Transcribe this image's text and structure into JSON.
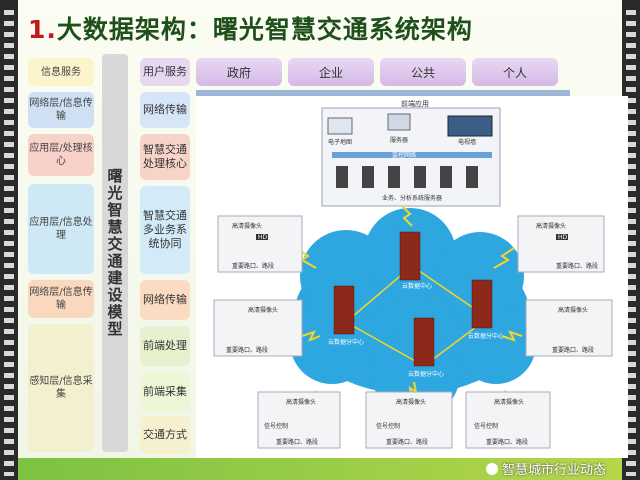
{
  "title_num": "1.",
  "title_text": "大数据架构：曙光智慧交通系统架构",
  "left_layers": [
    "信息服务",
    "网络层/信息传输",
    "应用层/处理核心",
    "应用层/信息处理",
    "网络层/信息传输",
    "感知层/信息采集"
  ],
  "vertical_title": "曙光智慧交通建设模型",
  "mid_items": [
    "用户服务",
    "网络传输",
    "智慧交通处理核心",
    "智慧交通多业务系统协同",
    "网络传输",
    "前端处理",
    "前端采集",
    "交通方式"
  ],
  "top_categories": [
    "政府",
    "企业",
    "公共",
    "个人"
  ],
  "diagram": {
    "front_app": "前端应用",
    "items": [
      "电子地图",
      "服务器",
      "电视墙",
      "监控网络",
      "业务、分析系统服务器"
    ],
    "center_nodes": [
      "云数据中心",
      "云数据分中心",
      "云数据分中心",
      "云数据分中心"
    ],
    "hd_label": "HD",
    "cam_label": "高清摄像头",
    "ctrl_label": "信号控制",
    "road_label": "重要路口、路段"
  },
  "watermark": "智慧城市行业动态",
  "colors": {
    "left_box": [
      "#fdf4cc",
      "#cfe0f5",
      "#f8d2c9",
      "#cfe8f6",
      "#f9d8bd",
      "#f3f0cf"
    ],
    "mid_box": [
      "#e7d8f2",
      "#d6e6f8",
      "#f7d3c8",
      "#d3eaf8",
      "#fbdcc2",
      "#e6f2cf",
      "#eef6d8",
      "#f6f0cf"
    ],
    "cloud": "#2ea6e0",
    "rack": "#8b2a1a"
  }
}
